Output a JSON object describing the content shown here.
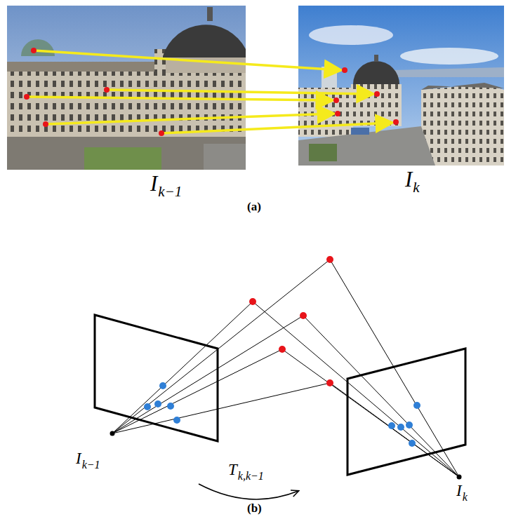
{
  "diagram": {
    "labels": [
      "(a)",
      "I",
      "k−1",
      "I",
      "k",
      "(b)",
      "I",
      "k−1",
      "I",
      "k",
      "T",
      "k,k−1"
    ]
  }
}
